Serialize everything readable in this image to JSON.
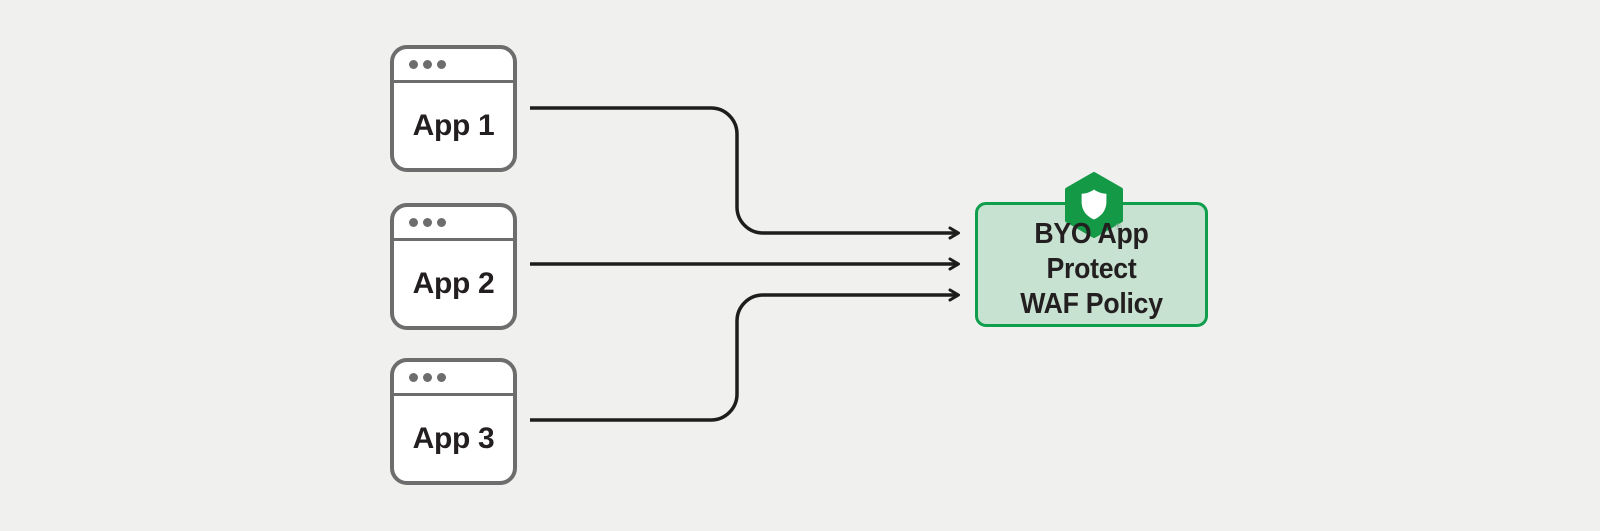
{
  "diagram": {
    "background_color": "#f0f0ef",
    "window_border_color": "#6d6d6d",
    "text_color": "#231f20",
    "arrow_color": "#1d1d1b",
    "apps": [
      {
        "label": "App 1"
      },
      {
        "label": "App 2"
      },
      {
        "label": "App 3"
      }
    ],
    "policy": {
      "label_line1": "BYO App Protect",
      "label_line2": "WAF Policy",
      "registered_mark": "®",
      "fill_color": "#c7e2d1",
      "border_color": "#0f9e4c",
      "icon": "shield-hexagon-icon",
      "icon_color": "#149a46"
    }
  }
}
